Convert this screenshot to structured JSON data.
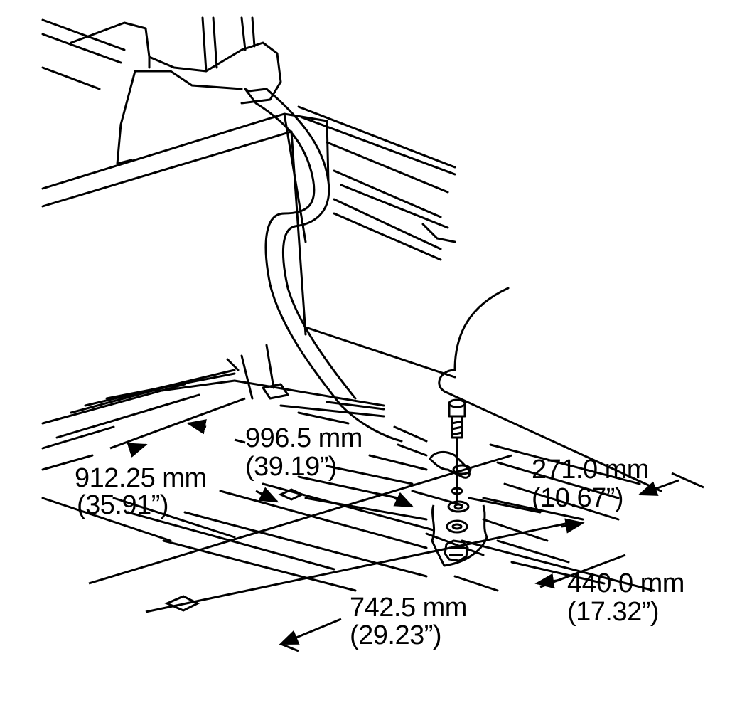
{
  "dimensions": [
    {
      "mm": "912.25 mm",
      "inch": "(35.91”)"
    },
    {
      "mm": "996.5 mm",
      "inch": "(39.19”)"
    },
    {
      "mm": "271.0 mm",
      "inch": "(10.67”)"
    },
    {
      "mm": "440.0 mm",
      "inch": "(17.32”)"
    },
    {
      "mm": "742.5 mm",
      "inch": "(29.23”)"
    }
  ],
  "colors": {
    "ink": "#000000",
    "paper": "#ffffff"
  }
}
